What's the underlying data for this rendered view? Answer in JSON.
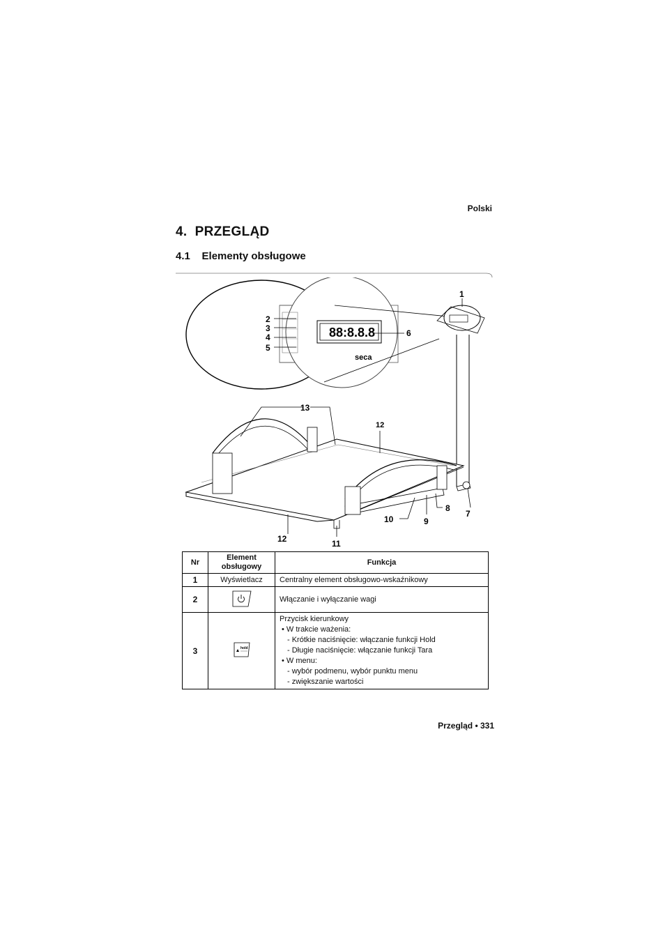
{
  "header": {
    "language": "Polski"
  },
  "chapter": {
    "number": "4.",
    "title": "PRZEGLĄD"
  },
  "section": {
    "number": "4.1",
    "title": "Elementy obsługowe"
  },
  "figure": {
    "display_digits": "88:8.8.8",
    "brand": "seca",
    "callouts": [
      "1",
      "2",
      "3",
      "4",
      "5",
      "6",
      "7",
      "8",
      "9",
      "10",
      "11",
      "12",
      "12",
      "13"
    ]
  },
  "table": {
    "headers": {
      "nr": "Nr",
      "element_line1": "Element",
      "element_line2": "obsługowy",
      "function": "Funkcja"
    },
    "rows": [
      {
        "nr": "1",
        "element": "Wyświetlacz",
        "function": "Centralny element obsługowo-wskaźnikowy"
      },
      {
        "nr": "2",
        "element_icon": "power-button-icon",
        "function": "Włączanie i wyłączanie wagi"
      },
      {
        "nr": "3",
        "element_icon": "hold-tare-button-icon",
        "icon_text": "hold",
        "function_lines": [
          "Przycisk kierunkowy",
          "• W trakcie ważenia:",
          "- Krótkie naciśnięcie: włączanie funkcji Hold",
          "- Długie naciśnięcie: włączanie funkcji Tara",
          "• W menu:",
          "- wybór podmenu, wybór punktu menu",
          "- zwiększanie wartości"
        ]
      }
    ]
  },
  "footer": {
    "text": "Przegląd • 331"
  }
}
